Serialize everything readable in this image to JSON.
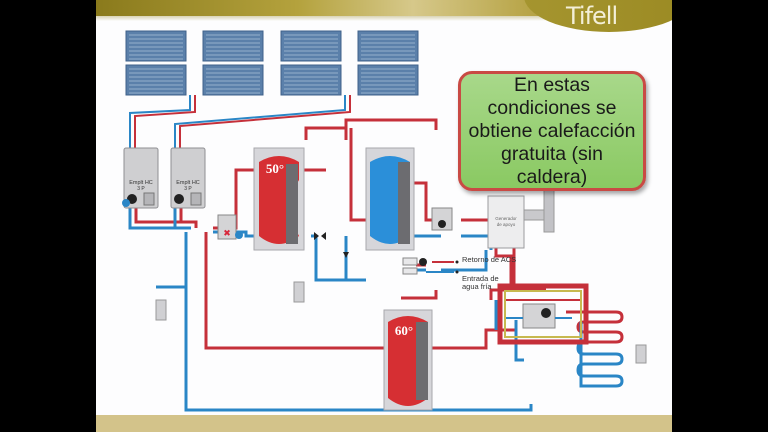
{
  "brand": {
    "logo": "Tifell"
  },
  "callout": {
    "text": "En estas condiciones se obtiene calefacción gratuita (sin caldera)"
  },
  "colors": {
    "hot_pipe": "#c5303a",
    "cold_pipe": "#2a86c6",
    "solar_panel": "#5b80aa",
    "callout_fill": "#99d072",
    "callout_border": "#c94a44",
    "highlight_frame": "#c5303a",
    "highlight_inner": "#c7b94f"
  },
  "components": {
    "heat_pump_1": {
      "label": "Emplt HC",
      "sublabel": "3 P"
    },
    "heat_pump_2": {
      "label": "Emplt HC",
      "sublabel": "3 P"
    },
    "tank_buffer_top": {
      "temperature": "50°",
      "color": "red"
    },
    "tank_acs": {
      "temperature": "",
      "color": "blue"
    },
    "tank_bottom": {
      "temperature": "60°",
      "color": "red"
    },
    "boiler": {
      "label": "Generador de apoyo"
    }
  },
  "labels": {
    "acs_return": "Retorno de ACS",
    "cold_water_inlet": "Entrada de agua fría"
  }
}
